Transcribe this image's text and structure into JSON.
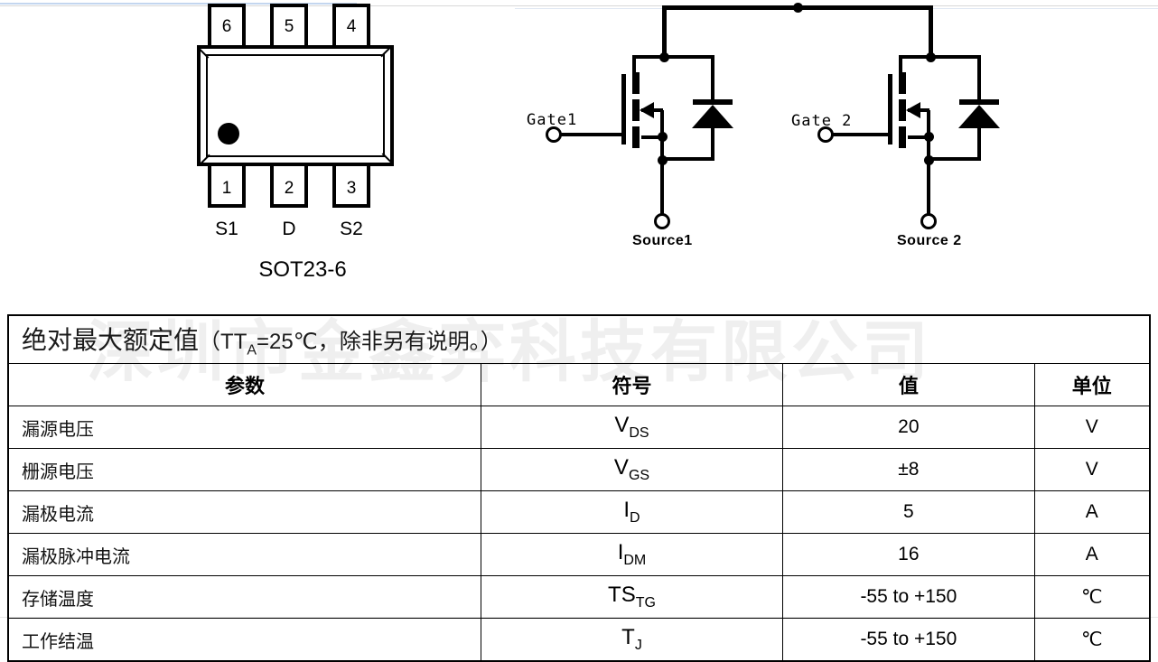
{
  "watermark": {
    "company": "深圳市金鑫弈科技有限公司"
  },
  "package_diagram": {
    "name": "SOT23-6",
    "top_pins": [
      {
        "number": "6"
      },
      {
        "number": "5"
      },
      {
        "number": "4"
      }
    ],
    "bottom_pins": [
      {
        "number": "1",
        "label": "S1"
      },
      {
        "number": "2",
        "label": "D"
      },
      {
        "number": "3",
        "label": "S2"
      }
    ],
    "marker": "pin1-dot-marker"
  },
  "schematic": {
    "type": "dual-n-channel-mosfet-common-drain",
    "devices": [
      {
        "gate_label": "Gate1",
        "source_label": "Source1"
      },
      {
        "gate_label": "Gate 2",
        "source_label": "Source 2"
      }
    ],
    "common_node": "drain-tie-junction"
  },
  "ratings_table": {
    "title": {
      "cn": "绝对最大额定值",
      "cond_open": "（T",
      "cond_sub": "A",
      "cond_mid": "=25℃，除非另有说明。）"
    },
    "columns": [
      "参数",
      "符号",
      "值",
      "单位"
    ],
    "rows": [
      {
        "parameter": "漏源电压",
        "symbol_main": "V",
        "symbol_sub": "DS",
        "value": "20",
        "unit": "V"
      },
      {
        "parameter": "栅源电压",
        "symbol_main": "V",
        "symbol_sub": "GS",
        "value": "±8",
        "unit": "V"
      },
      {
        "parameter": "漏极电流",
        "symbol_main": "I",
        "symbol_sub": "D",
        "value": "5",
        "unit": "A"
      },
      {
        "parameter": "漏极脉冲电流",
        "symbol_main": "I",
        "symbol_sub": "DM",
        "value": "16",
        "unit": "A"
      },
      {
        "parameter": "存储温度",
        "symbol_main": "TS",
        "symbol_sub": "TG",
        "value": "-55 to +150",
        "unit": "℃"
      },
      {
        "parameter": "工作结温",
        "symbol_main": "T",
        "symbol_sub": "J",
        "value": "-55 to +150",
        "unit": "℃"
      }
    ]
  }
}
